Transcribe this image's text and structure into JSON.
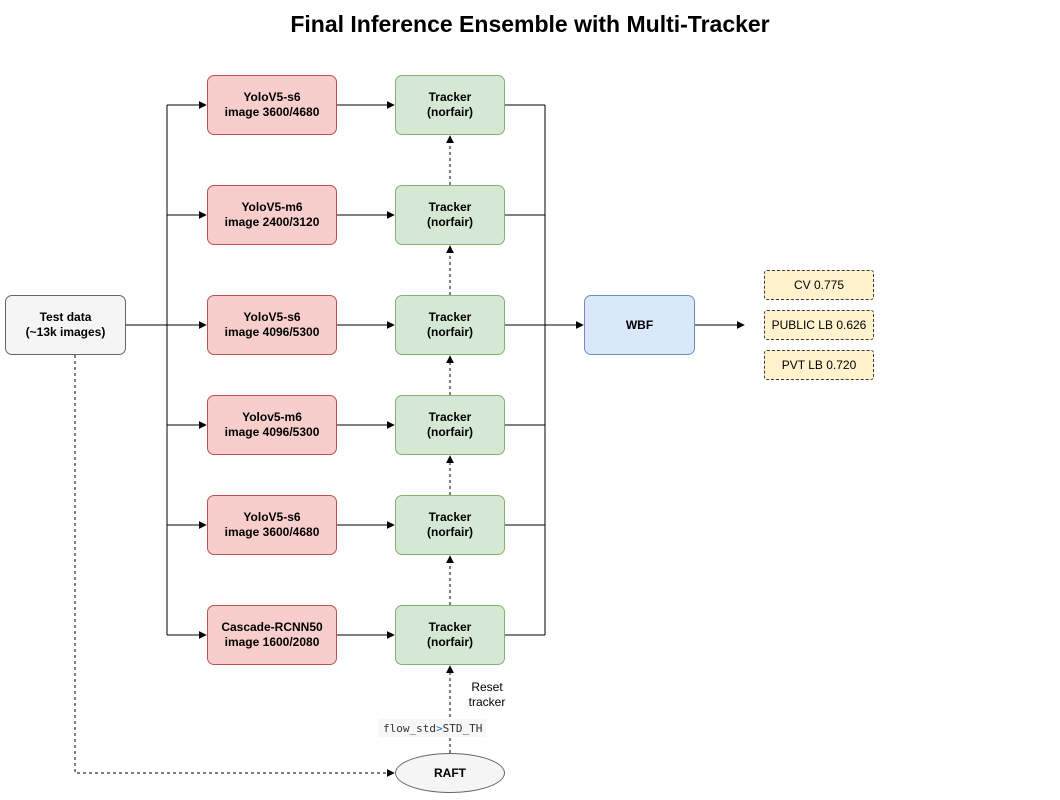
{
  "title": "Final Inference Ensemble with Multi-Tracker",
  "input": {
    "line1": "Test data",
    "line2": "(~13k images)"
  },
  "models": [
    {
      "name": "YoloV5-s6",
      "size": "image 3600/4680"
    },
    {
      "name": "YoloV5-m6",
      "size": "image 2400/3120"
    },
    {
      "name": "YoloV5-s6",
      "size": "image 4096/5300"
    },
    {
      "name": "Yolov5-m6",
      "size": "image 4096/5300"
    },
    {
      "name": "YoloV5-s6",
      "size": "image 3600/4680"
    },
    {
      "name": "Cascade-RCNN50",
      "size": "image 1600/2080"
    }
  ],
  "trackers": [
    {
      "line1": "Tracker",
      "line2": "(norfair)"
    },
    {
      "line1": "Tracker",
      "line2": "(norfair)"
    },
    {
      "line1": "Tracker",
      "line2": "(norfair)"
    },
    {
      "line1": "Tracker",
      "line2": "(norfair)"
    },
    {
      "line1": "Tracker",
      "line2": "(norfair)"
    },
    {
      "line1": "Tracker",
      "line2": "(norfair)"
    }
  ],
  "fusion": {
    "label": "WBF"
  },
  "results": [
    "CV 0.775",
    "PUBLIC LB 0.626",
    "PVT LB 0.720"
  ],
  "optical_flow": {
    "label": "RAFT"
  },
  "reset_note": {
    "line1": "Reset",
    "line2": "tracker"
  },
  "condition": {
    "left": "flow_std",
    "op": ">",
    "right": "STD_TH"
  },
  "colors": {
    "model_fill": "#f8cecc",
    "model_border": "#b85450",
    "tracker_fill": "#d5e8d4",
    "tracker_border": "#82b366",
    "input_fill": "#f5f5f5",
    "input_border": "#666666",
    "fusion_fill": "#dae8fc",
    "fusion_border": "#6c8ebf",
    "result_fill": "#fff2cc"
  }
}
